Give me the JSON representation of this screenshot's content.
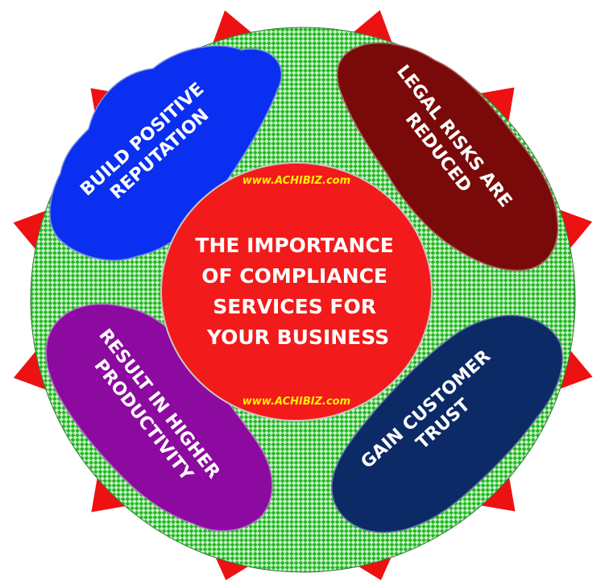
{
  "center": {
    "title_lines": [
      "THE IMPORTANCE",
      "OF COMPLIANCE",
      "SERVICES FOR",
      "YOUR BUSINESS"
    ],
    "watermark_top": "www.ACHIBIZ.com",
    "watermark_bottom": "www.ACHIBIZ.com"
  },
  "petals": [
    {
      "id": "reputation",
      "lines": [
        "BUILD POSITIVE",
        "REPUTATION"
      ],
      "color": "#0a2ff0"
    },
    {
      "id": "legal",
      "lines": [
        "LEGAL RISKS ARE",
        "REDUCED"
      ],
      "color": "#7a0a0a"
    },
    {
      "id": "productivity",
      "lines": [
        "RESULT IN HIGHER",
        "PRODUCTIVITY"
      ],
      "color": "#8c0aa0"
    },
    {
      "id": "trust",
      "lines": [
        "GAIN CUSTOMER",
        "TRUST"
      ],
      "color": "#0c2a66"
    }
  ],
  "colors": {
    "star_points": "#ee1111",
    "ring_base": "#c8f0c8",
    "ring_pattern": "#22b822",
    "center_fill": "#f21a1a",
    "title_text": "#ffffff",
    "watermark": "#ffee00",
    "petal_text": "#ffffff"
  }
}
